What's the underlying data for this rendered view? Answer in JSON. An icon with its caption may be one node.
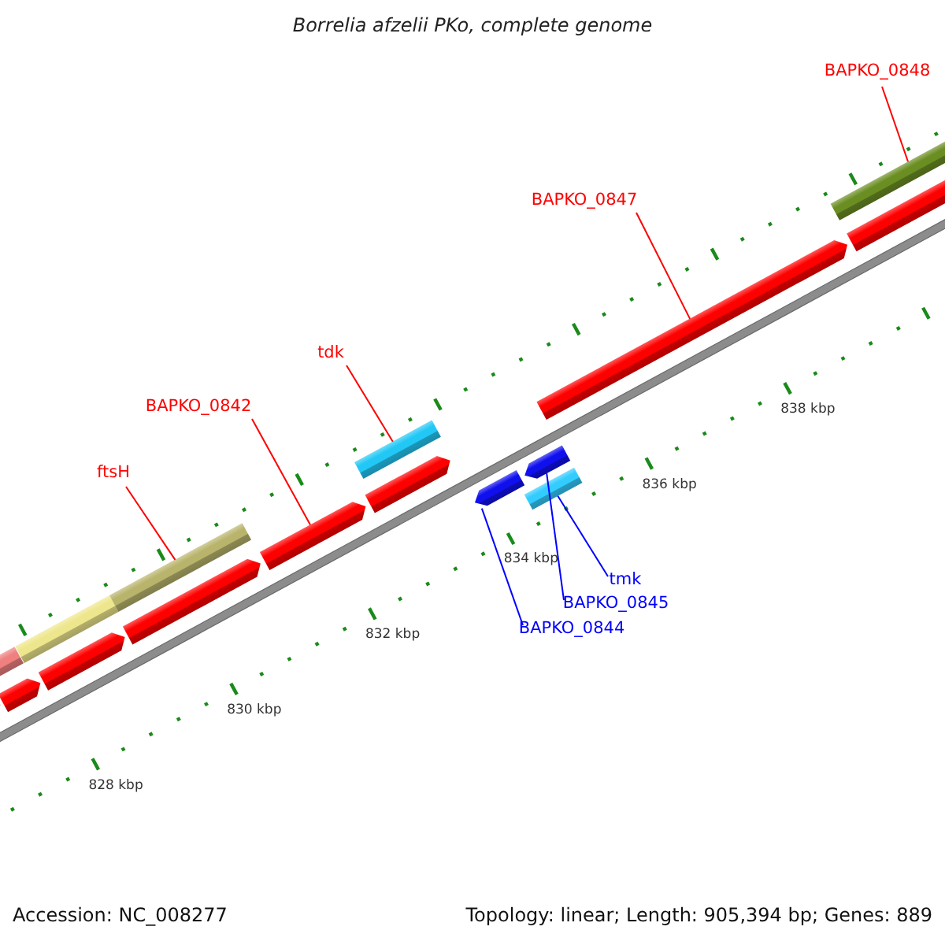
{
  "diagram": {
    "title": "Borrelia afzelii PKo, complete genome",
    "nodes": [
      {
        "text": [
          "BAPKO_0848"
        ]
      },
      {
        "text": [
          "BAPKO_0847"
        ]
      },
      {
        "text": [
          "tdk"
        ]
      },
      {
        "text": [
          "BAPKO_0842"
        ]
      },
      {
        "text": [
          "ftsH"
        ]
      },
      {
        "text": [
          "tmk"
        ]
      },
      {
        "text": [
          "BAPKO_0845"
        ]
      },
      {
        "text": [
          "BAPKO_0844"
        ]
      },
      {
        "text": [],
        "shape": "bar"
      },
      {
        "text": [],
        "shape": "pentagon"
      },
      {
        "text": [],
        "shape": "pentagon"
      },
      {
        "text": [],
        "shape": "bar"
      },
      {
        "text": [],
        "shape": "pentagon"
      },
      {
        "text": [],
        "shape": "bar"
      },
      {
        "text": [],
        "shape": "pentagon"
      },
      {
        "text": [],
        "shape": "pentagon"
      },
      {
        "text": [],
        "shape": "bar"
      },
      {
        "text": [],
        "shape": "pentagon"
      },
      {
        "text": [],
        "shape": "pentagon"
      },
      {
        "text": [],
        "shape": "pentagon"
      },
      {
        "text": [],
        "shape": "bar"
      },
      {
        "text": [],
        "shape": "pentagon"
      },
      {
        "text": [],
        "shape": "bar"
      },
      {
        "text": [],
        "shape": "pentagon"
      }
    ],
    "edges": [
      {
        "from": 0,
        "to": 22,
        "arrow": "none"
      },
      {
        "from": 1,
        "to": 21,
        "arrow": "none"
      },
      {
        "from": 2,
        "to": 16,
        "arrow": "none"
      },
      {
        "from": 3,
        "to": 15,
        "arrow": "none"
      },
      {
        "from": 4,
        "to": 13,
        "arrow": "none"
      },
      {
        "from": 5,
        "to": 20,
        "arrow": "none",
        "color": "#0000ff"
      },
      {
        "from": 6,
        "to": 19,
        "arrow": "none",
        "color": "#0000ff"
      },
      {
        "from": 7,
        "to": 18,
        "arrow": "none",
        "color": "#0000ff"
      }
    ],
    "labels": [
      "838 kbp",
      "836 kbp",
      "834 kbp",
      "832 kbp",
      "830 kbp",
      "828 kbp",
      "Accession: NC_008277",
      "Topology: linear; Length: 905,394 bp; Genes: 889"
    ]
  }
}
